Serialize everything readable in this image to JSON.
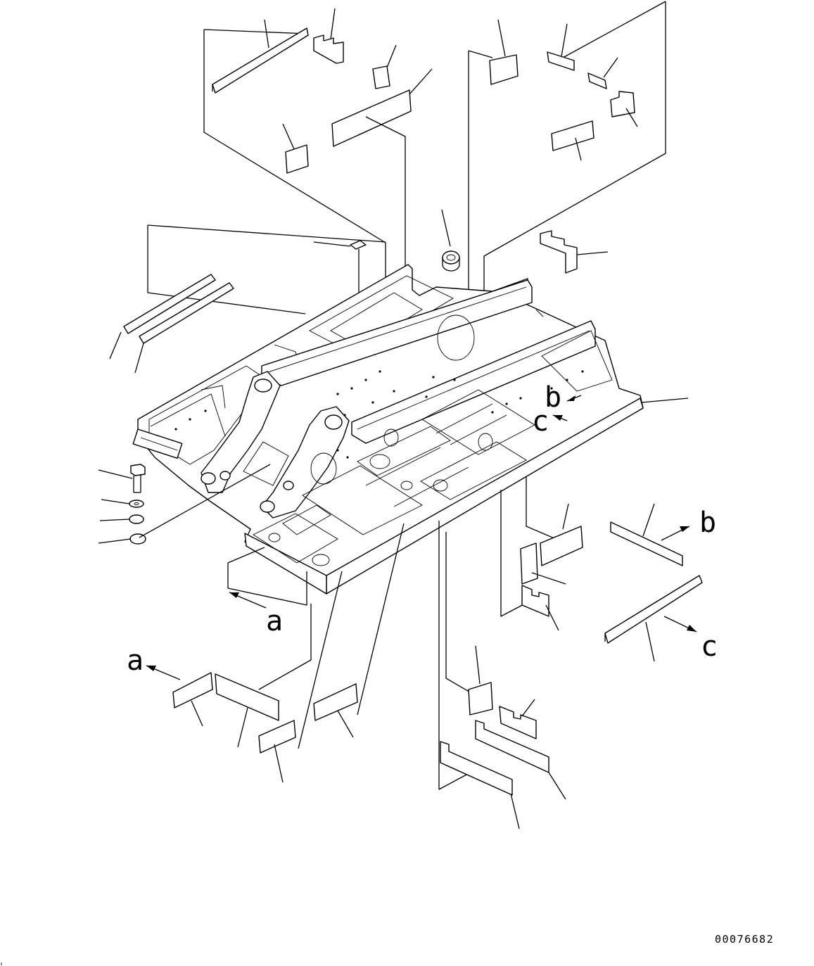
{
  "drawing": {
    "view_labels": {
      "a_near_frame": "a",
      "a_lower_left": "a",
      "b_near_frame": "b",
      "b_right": "b",
      "c_near_frame": "c",
      "c_right": "c"
    },
    "document_number": "00076682",
    "stroke_color": "#000000",
    "background_color": "#ffffff"
  }
}
